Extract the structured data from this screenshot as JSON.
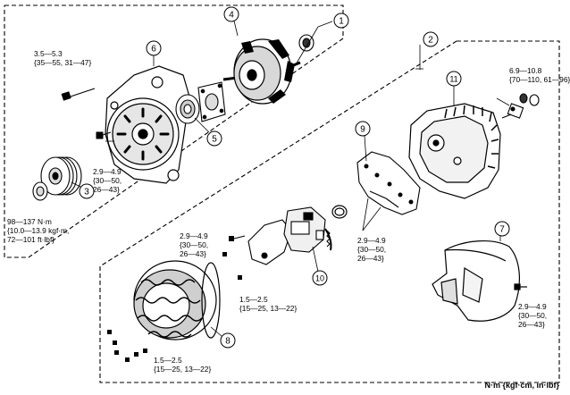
{
  "callouts": [
    {
      "id": "c1",
      "label": "1"
    },
    {
      "id": "c2",
      "label": "2"
    },
    {
      "id": "c3",
      "label": "3"
    },
    {
      "id": "c4",
      "label": "4"
    },
    {
      "id": "c5",
      "label": "5"
    },
    {
      "id": "c6",
      "label": "6"
    },
    {
      "id": "c7",
      "label": "7"
    },
    {
      "id": "c8",
      "label": "8"
    },
    {
      "id": "c9",
      "label": "9"
    },
    {
      "id": "c10",
      "label": "10"
    },
    {
      "id": "c11",
      "label": "11"
    }
  ],
  "torques": {
    "t_top_left": {
      "line1": "3.5—5.3",
      "line2": "{35—55, 31—47}"
    },
    "t_front_bracket": {
      "line1": "2.9—4.9",
      "line2": "{30—50,",
      "line3": "26—43}"
    },
    "t_pulley_nut": {
      "line1": "98—137 N·m",
      "line2": "{10.0—13.9 kgf·m,",
      "line3": "72—101 ft·lbf}"
    },
    "t_rear_top": {
      "line1": "6.9—10.8",
      "line2": "{70—110, 61—96}"
    },
    "t_regulator": {
      "line1": "2.9—4.9",
      "line2": "{30—50,",
      "line3": "26—43}"
    },
    "t_rectifier": {
      "line1": "2.9—4.9",
      "line2": "{30—50,",
      "line3": "26—43}"
    },
    "t_brush": {
      "line1": "1.5—2.5",
      "line2": "{15—25, 13—22}"
    },
    "t_cover": {
      "line1": "2.9—4.9",
      "line2": "{30—50,",
      "line3": "26—43}"
    },
    "t_stator": {
      "line1": "1.5—2.5",
      "line2": "{15—25, 13—22}"
    }
  },
  "units_note": "N·m {kgf·cm, in·lbf}"
}
